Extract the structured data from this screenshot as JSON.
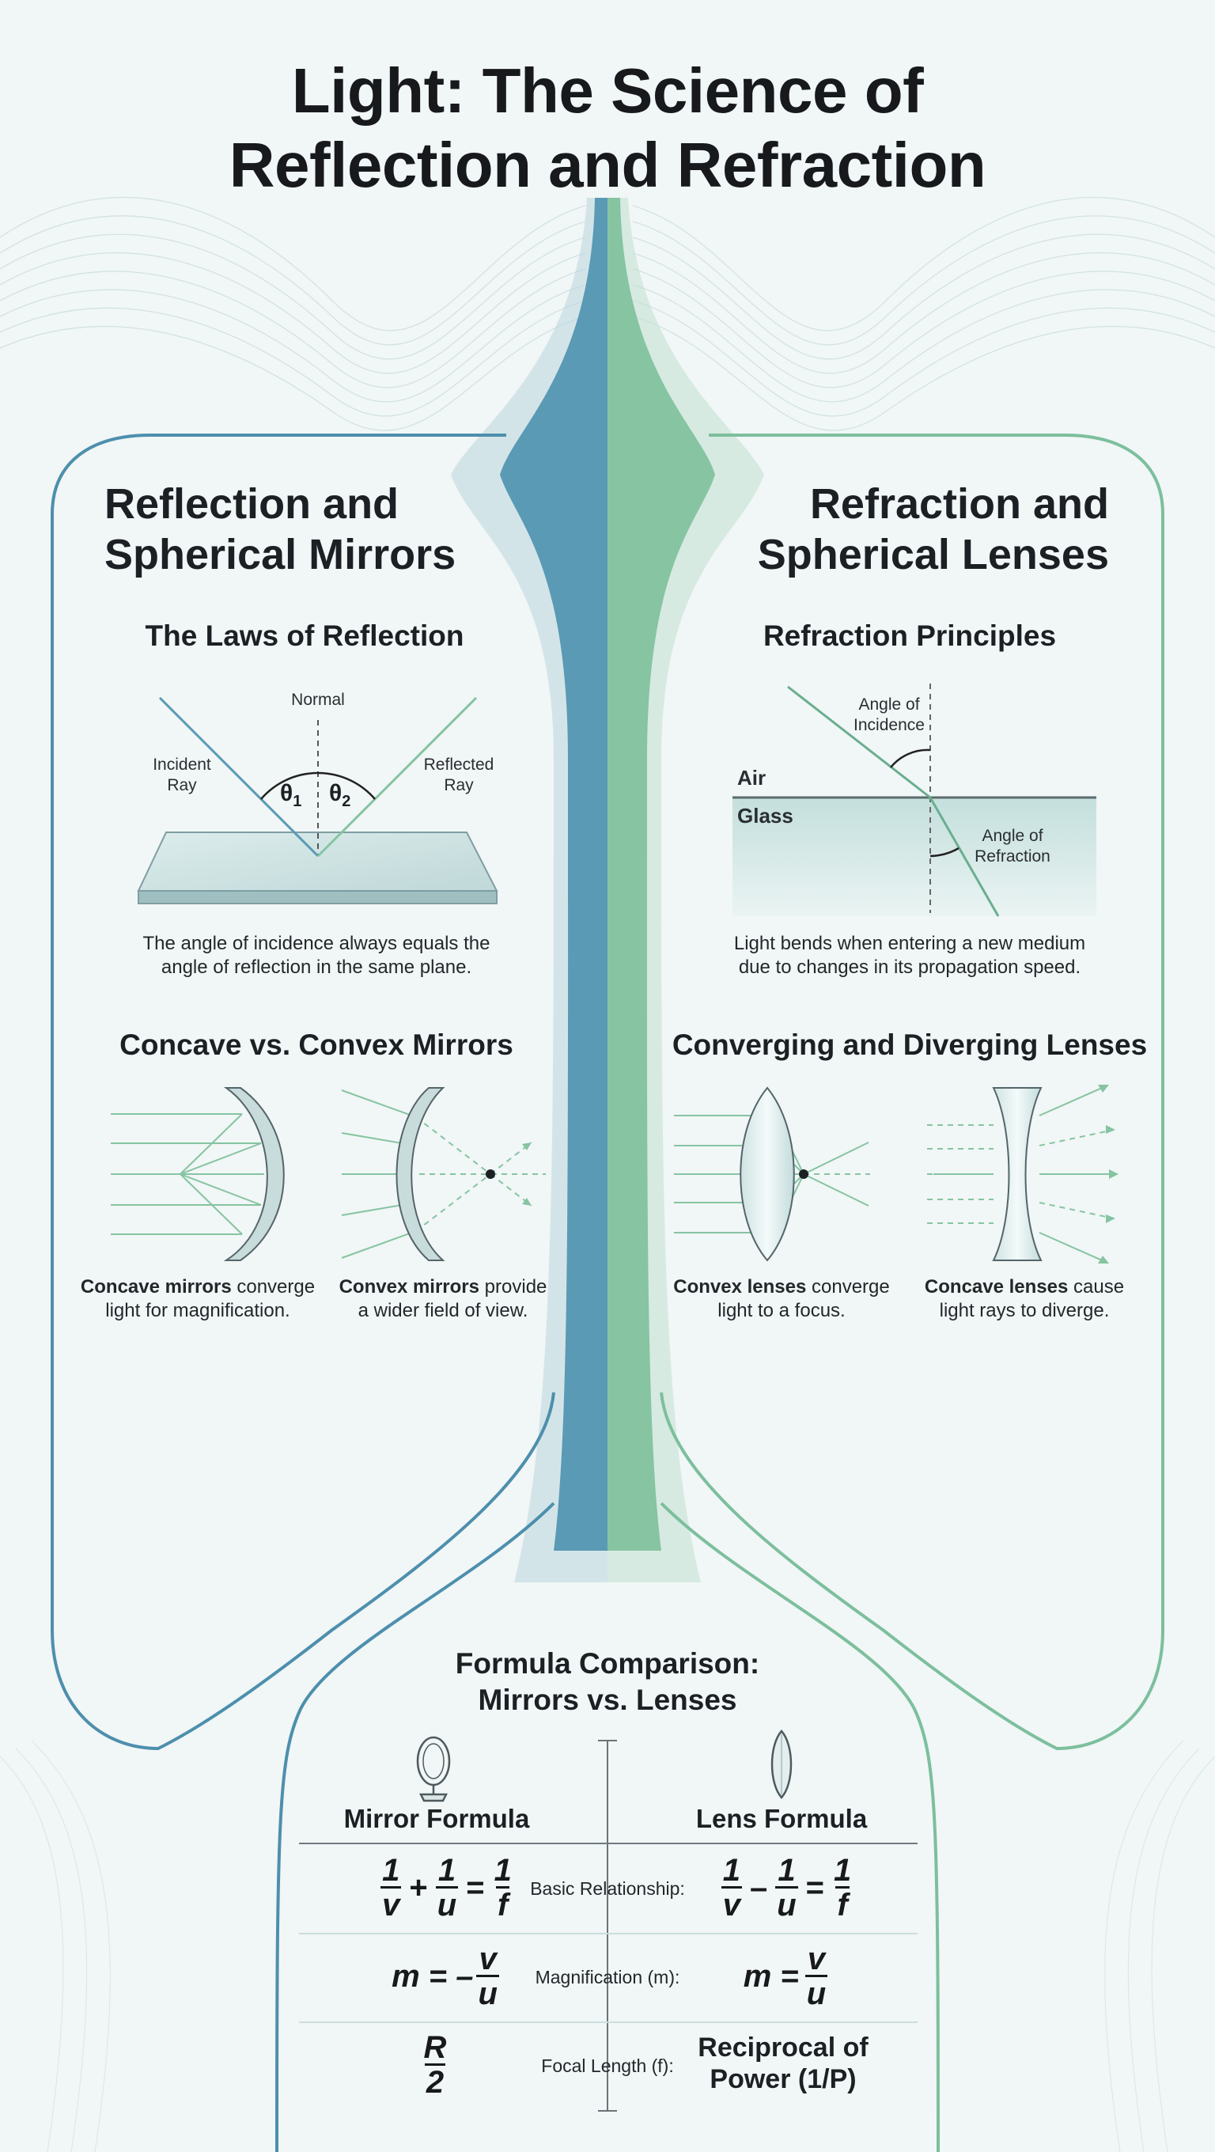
{
  "title": {
    "line1": "Light: The Science of",
    "line2": "Reflection and Refraction"
  },
  "left": {
    "heading": {
      "line1": "Reflection and",
      "line2": "Spherical Mirrors"
    },
    "laws": {
      "title": "The Laws of Reflection",
      "normal": "Normal",
      "incident": {
        "line1": "Incident",
        "line2": "Ray"
      },
      "reflected": {
        "line1": "Reflected",
        "line2": "Ray"
      },
      "theta1": "θ",
      "theta1_sub": "1",
      "theta2": "θ",
      "theta2_sub": "2",
      "caption": {
        "line1": "The angle of incidence always equals the",
        "line2": "angle of reflection in the same plane."
      }
    },
    "mirrors": {
      "title": "Concave vs. Convex Mirrors",
      "concave": {
        "bold": "Concave mirrors",
        "rest1": " converge",
        "line2": "light for magnification."
      },
      "convex": {
        "bold": "Convex mirrors",
        "rest1": " provide",
        "line2": "a wider field of view."
      }
    }
  },
  "right": {
    "heading": {
      "line1": "Refraction and",
      "line2": "Spherical Lenses"
    },
    "principles": {
      "title": "Refraction Principles",
      "angle_incidence": {
        "line1": "Angle of",
        "line2": "Incidence"
      },
      "angle_refraction": {
        "line1": "Angle of",
        "line2": "Refraction"
      },
      "air": "Air",
      "glass": "Glass",
      "caption": {
        "line1": "Light bends when entering a new medium",
        "line2": "due to changes in its propagation speed."
      }
    },
    "lenses": {
      "title": "Converging and Diverging Lenses",
      "convex": {
        "bold": "Convex lenses",
        "rest1": " converge",
        "line2": "light to a focus."
      },
      "concave": {
        "bold": "Concave lenses",
        "rest1": " cause",
        "line2": "light rays to diverge."
      }
    }
  },
  "formula": {
    "title": {
      "line1": "Formula Comparison:",
      "line2": "Mirrors vs. Lenses"
    },
    "mirror_head": "Mirror Formula",
    "lens_head": "Lens Formula",
    "rows": [
      {
        "label": "Basic Relationship:"
      },
      {
        "label": "Magnification (m):"
      },
      {
        "label": "Focal Length (f):"
      }
    ],
    "mirror_basic": {
      "n1": "1",
      "d1": "v",
      "op1": "+",
      "n2": "1",
      "d2": "u",
      "eq": "=",
      "n3": "1",
      "d3": "f"
    },
    "lens_basic": {
      "n1": "1",
      "d1": "v",
      "op1": "–",
      "n2": "1",
      "d2": "u",
      "eq": "=",
      "n3": "1",
      "d3": "f"
    },
    "mirror_mag": {
      "lhs": "m = –",
      "n": "v",
      "d": "u"
    },
    "lens_mag": {
      "lhs": "m =",
      "n": "v",
      "d": "u"
    },
    "mirror_focal": {
      "n": "R",
      "d": "2"
    },
    "lens_focal": {
      "line1": "Reciprocal of",
      "line2": "Power (1/P)"
    }
  },
  "colors": {
    "blue": "#5a9ab5",
    "green": "#86c4a2",
    "dark": "#1c2024",
    "bg": "#f1f6f6"
  },
  "icons": [
    "mirror-icon",
    "lens-icon"
  ]
}
